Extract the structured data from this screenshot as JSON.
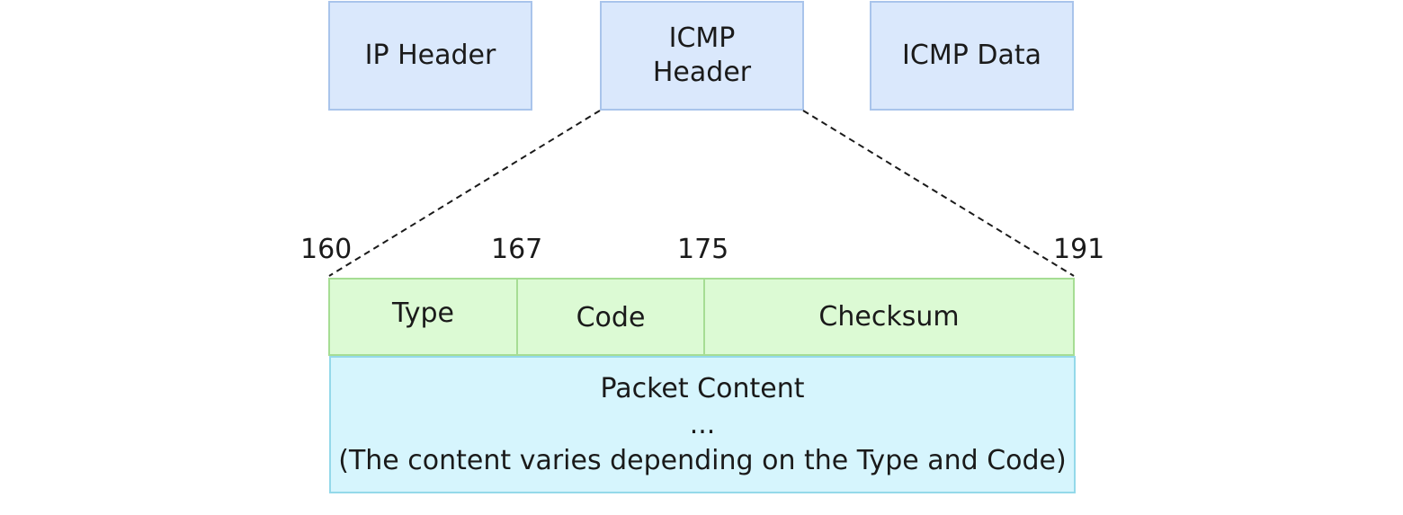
{
  "packet_parts": {
    "ip_header": "IP Header",
    "icmp_header": "ICMP\nHeader",
    "icmp_data": "ICMP Data"
  },
  "bit_offsets": {
    "start": "160",
    "type_end": "167",
    "code_end": "175",
    "end": "191"
  },
  "fields": {
    "type": "Type",
    "code": "Code",
    "checksum": "Checksum"
  },
  "content": {
    "title": "Packet Content",
    "ellipsis": "...",
    "note": "(The content varies depending on the Type and Code)"
  },
  "colors": {
    "top_box_fill": "#dae8fc",
    "field_fill": "#dcfad4",
    "content_fill": "#d6f5fd"
  }
}
